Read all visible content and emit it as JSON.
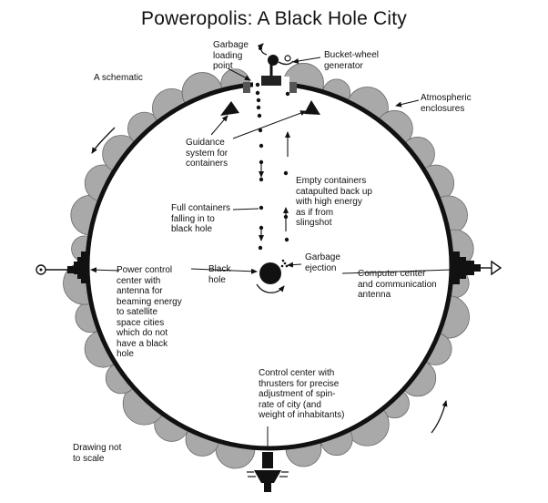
{
  "title": "Poweropolis: A Black Hole City",
  "labels": {
    "schematic": "A schematic",
    "garbage_loading_point": "Garbage\nloading\npoint",
    "bucket_wheel_generator": "Bucket-wheel\ngenerator",
    "atmospheric_enclosures": "Atmospheric\nenclosures",
    "guidance_system": "Guidance\nsystem for\ncontainers",
    "empty_containers": "Empty containers\ncatapulted back up\nwith high energy\nas if from\nslingshot",
    "full_containers": "Full containers\nfalling in to\nblack hole",
    "garbage_ejection": "Garbage\nejection",
    "black_hole": "Black\nhole",
    "power_control_center": "Power control\ncenter with\nantenna for\nbeaming energy\nto satellite\nspace cities\nwhich do not\nhave a black\nhole",
    "computer_center": "Computer center\nand communication\nantenna",
    "control_center_thrusters": "Control center with\nthrusters for precise\nadjustment of spin-\nrate of city (and\nweight of inhabitants)",
    "drawing_not_to_scale": "Drawing not\nto scale"
  }
}
